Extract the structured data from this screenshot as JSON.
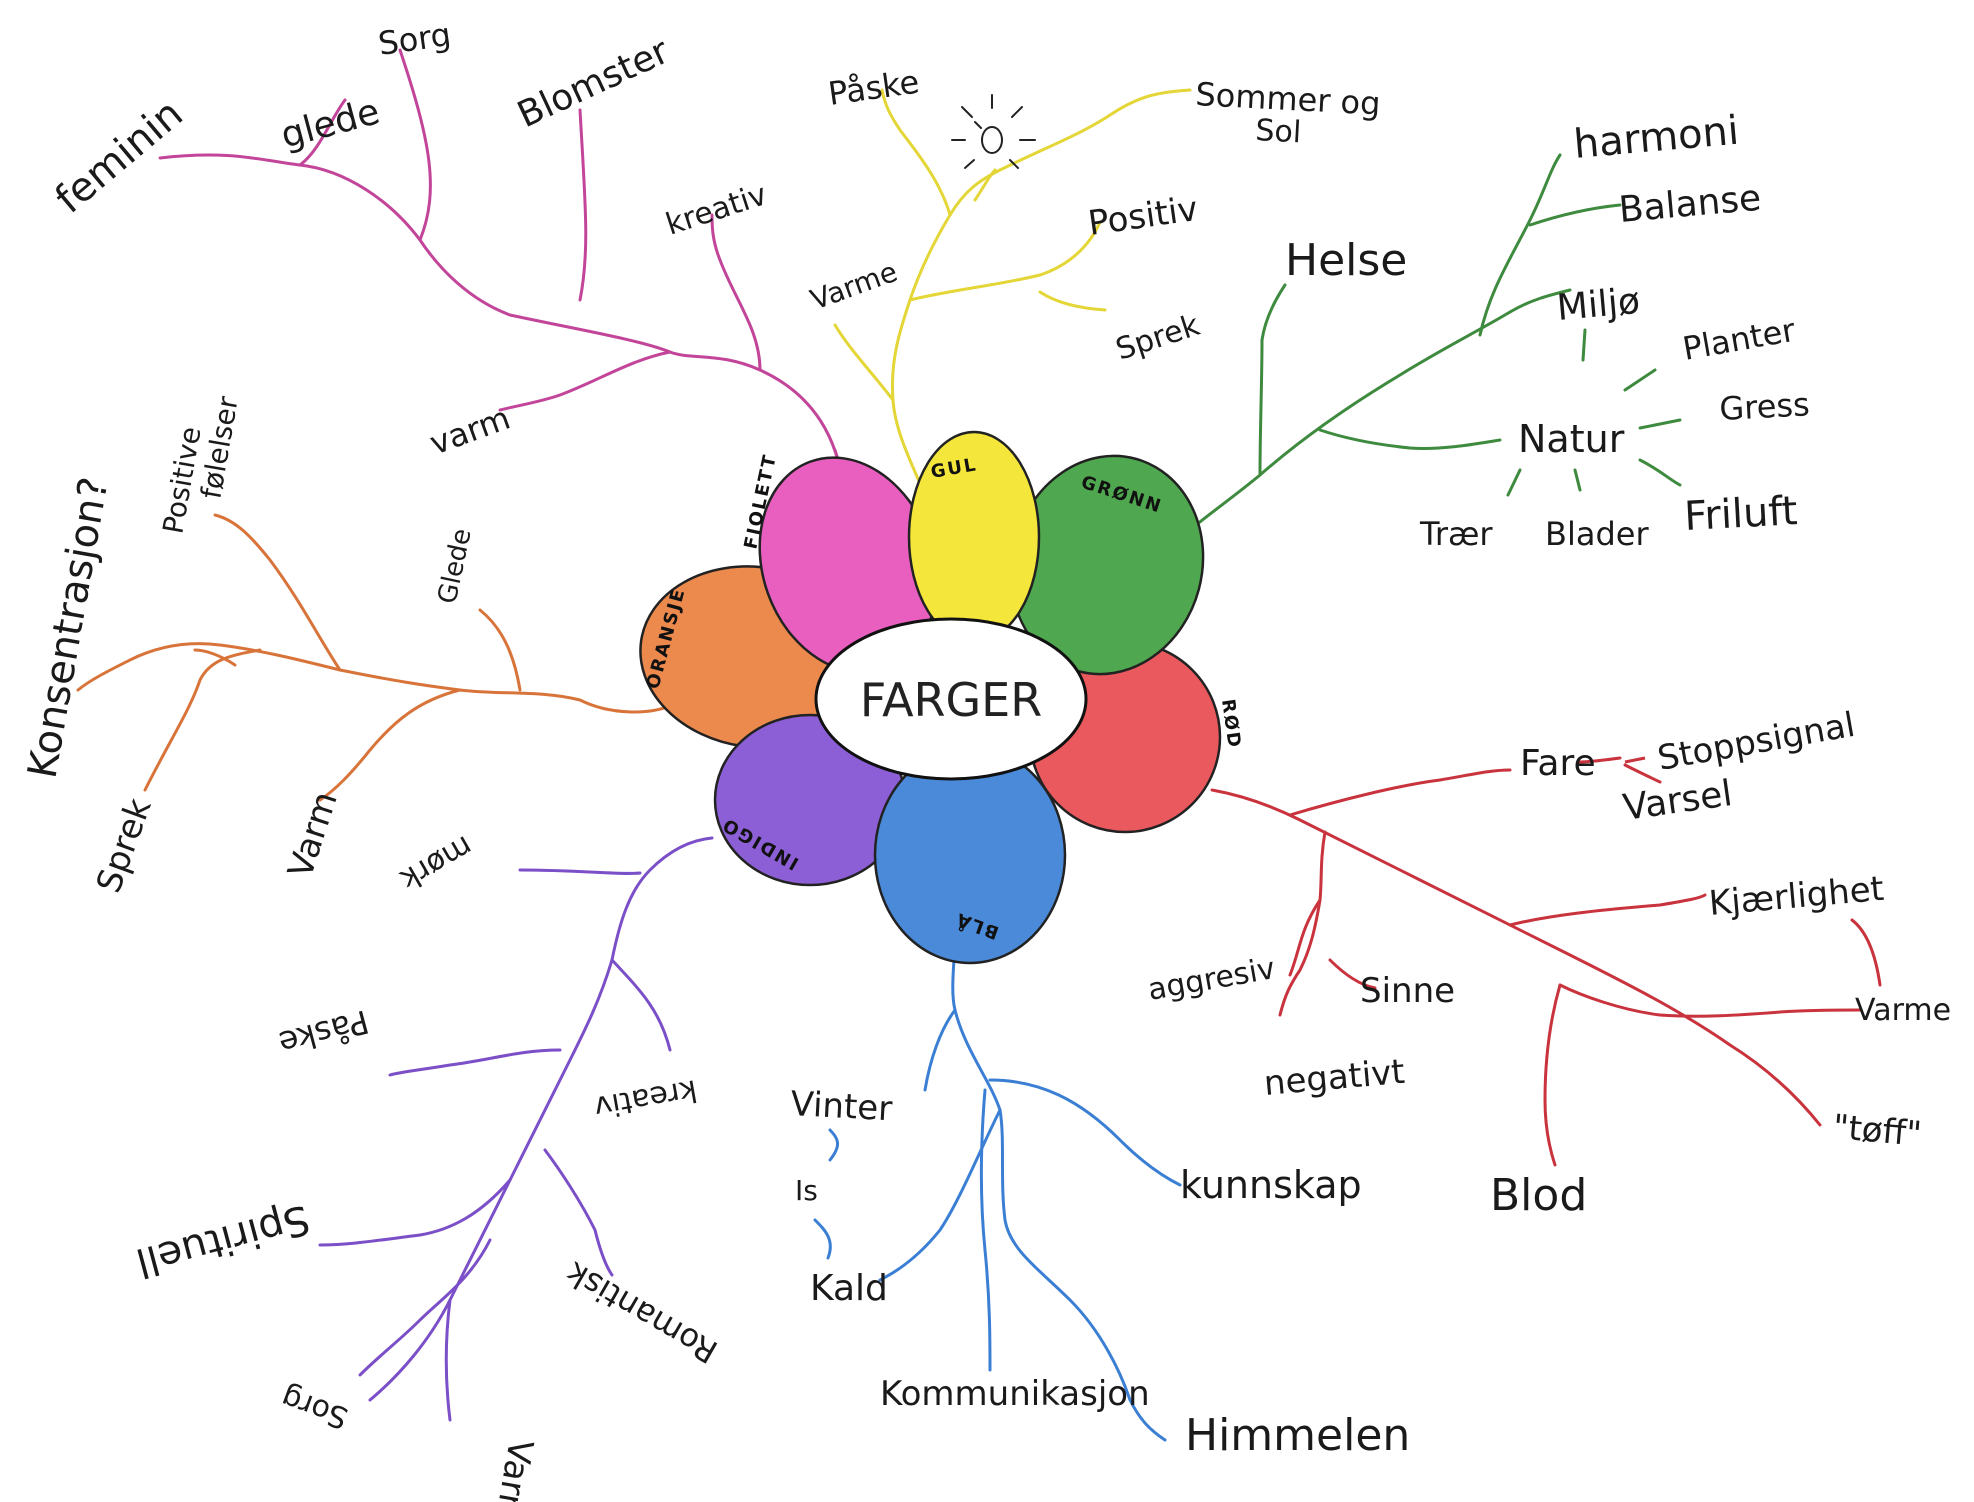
{
  "title": "FARGER",
  "colors": {
    "fiolett": "#e85fc0",
    "gul": "#f4e63a",
    "gronn": "#4fa84f",
    "oransje": "#ec8a4e",
    "rod": "#e9595d",
    "indigo": "#8c5fd6",
    "bla": "#4a8ad8",
    "branch_fiolett": "#c2459a",
    "branch_gul": "#e3d636",
    "branch_gronn": "#3e8a3e",
    "branch_oransje": "#d8743a",
    "branch_rod": "#c9333d",
    "branch_indigo": "#7b4fc7",
    "branch_bla": "#3b7fd4"
  },
  "petals": {
    "fiolett": "FIOLETT",
    "gul": "GUL",
    "gronn": "GRØNN",
    "oransje": "ORANSJE",
    "rod": "RØD",
    "indigo": "INDIGO",
    "bla": "BLÅ"
  },
  "fiolett": {
    "feminin": "feminin",
    "glede": "glede",
    "sorg": "Sorg",
    "blomster": "Blomster",
    "kreativ": "kreativ",
    "varm": "varm"
  },
  "gul": {
    "paske": "Påske",
    "sommer_line1": "Sommer og",
    "sommer_line2": "Sol",
    "positiv": "Positiv",
    "sprek": "Sprek",
    "varme": "Varme"
  },
  "gronn": {
    "harmoni": "harmoni",
    "balanse": "Balanse",
    "helse": "Helse",
    "miljo": "Miljø",
    "planter": "Planter",
    "gress": "Gress",
    "natur": "Natur",
    "trar": "Trær",
    "blader": "Blader",
    "friluft": "Friluft"
  },
  "oransje": {
    "positive_line1": "Positive",
    "positive_line2": "følelser",
    "konsentrasjon": "Konsentrasjon?",
    "glede": "Glede",
    "sprek": "Sprek",
    "varm": "Varm"
  },
  "rod": {
    "fare": "Fare",
    "stoppsignal": "Stoppsignal",
    "varsel": "Varsel",
    "kjaerlighet": "Kjærlighet",
    "varme": "Varme",
    "aggresiv": "aggresiv",
    "sinne": "Sinne",
    "negativt": "negativt",
    "toff": "\"tøff\"",
    "blod": "Blod"
  },
  "indigo": {
    "mork": "mørk",
    "paske": "Påske",
    "kreativ": "kreativ",
    "spirituell": "Spirituell",
    "romantisk": "Romantisk",
    "sorg": "Sorg",
    "varm": "Varm"
  },
  "bla": {
    "vinter": "Vinter",
    "is": "Is",
    "kald": "Kald",
    "kunnskap": "kunnskap",
    "kommunikasjon": "Kommunikasjon",
    "himmelen": "Himmelen"
  }
}
